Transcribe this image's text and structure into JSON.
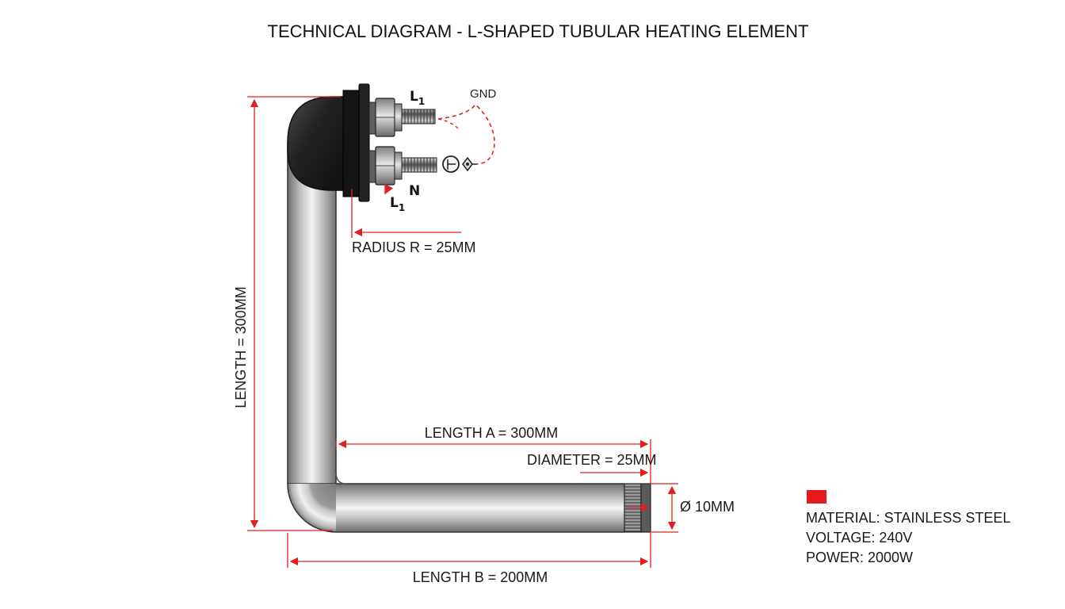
{
  "title": "TECHNICAL DIAGRAM - L-SHAPED TUBULAR HEATING ELEMENT",
  "terminals": {
    "top_label": "L",
    "top_sub": "1",
    "gnd_label": "GND",
    "n_label": "N",
    "bottom_label": "L",
    "bottom_sub": "1"
  },
  "dimensions": {
    "radius": "RADIUS R = 25MM",
    "vertical_length": "LENGTH = 300MM",
    "length_a": "LENGTH A = 300MM",
    "diameter": "DIAMETER = 25MM",
    "tube_diameter": "Ø  10MM",
    "length_b": "LENGTH B = 200MM"
  },
  "specs": {
    "material": "MATERIAL: STAINLESS STEEL",
    "voltage": "VOLTAGE: 240V",
    "power": "POWER: 2000W"
  },
  "colors": {
    "dimension_line": "#e02020",
    "legend_swatch": "#e31b1b",
    "cap": "#1c1c1c",
    "tube_mid": "#c8c8c8"
  }
}
